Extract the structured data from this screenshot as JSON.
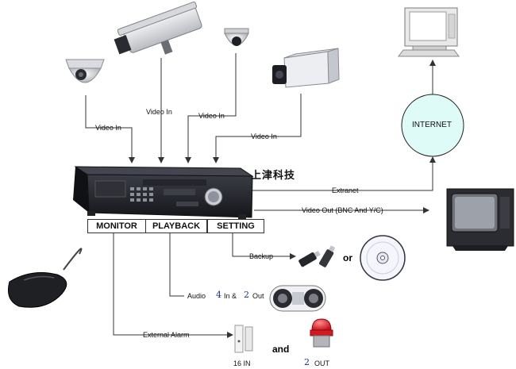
{
  "labels": {
    "video_in_1": "Video In",
    "video_in_2": "Video In",
    "video_in_3": "Video In",
    "video_in_4": "Video In",
    "internet": "INTERNET",
    "extranet": "Extranet",
    "video_out": "Video Out (BNC And Y/C)",
    "backup": "Backup",
    "or": "or",
    "audio": "Audio",
    "audio_in_num": "4",
    "audio_in_text": "In &",
    "audio_out_num": "2",
    "audio_out_text": "Out",
    "external_alarm": "External Alarm",
    "and": "and",
    "alarm_in": "16  IN",
    "alarm_out_num": "2",
    "alarm_out_text": "OUT",
    "chinese_title": "上津科技"
  },
  "menu": {
    "monitor": "MONITOR",
    "playback": "PLAYBACK",
    "setting": "SETTING"
  },
  "colors": {
    "line": "#333333",
    "internet_fill": "#dffbf7",
    "device_dark": "#1e1f26",
    "number_blue": "#1c2e8c",
    "alarm_red": "#d8141c"
  },
  "icons": [
    "dome-camera-icon",
    "box-camera-icon",
    "mini-dome-camera-icon",
    "bullet-camera-icon",
    "dvr-recorder-icon",
    "computer-icon",
    "tv-monitor-icon",
    "mouse-icon",
    "usb-drive-icon",
    "cd-disc-icon",
    "speaker-icon",
    "alarm-sensor-icon",
    "alarm-siren-icon"
  ]
}
